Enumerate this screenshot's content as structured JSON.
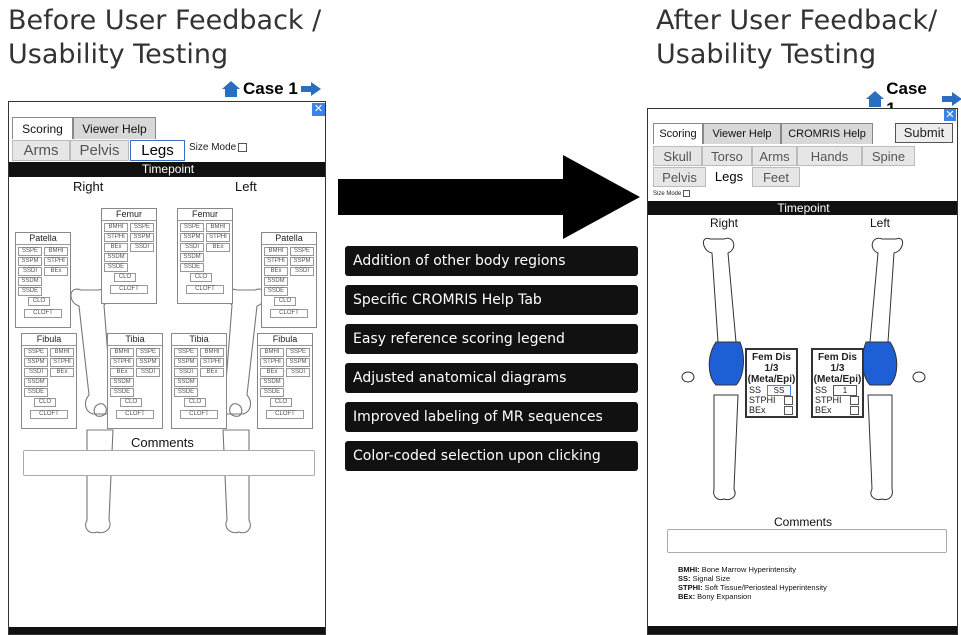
{
  "left": {
    "heading_line1": "Before User Feedback /",
    "heading_line2": "Usability Testing",
    "case_label": "Case 1",
    "close_label": "✕",
    "tabs": [
      "Scoring",
      "Viewer Help"
    ],
    "regions": [
      "Arms",
      "Pelvis",
      "Legs"
    ],
    "size_mode": "Size Mode",
    "timepoint": "Timepoint",
    "right_label": "Right",
    "left_label": "Left",
    "comments": "Comments",
    "boxes": {
      "patella_r": {
        "title": "Patella",
        "chips": [
          "SSPE",
          "BMHI",
          "SSPM",
          "STPHI",
          "SSDI",
          "BEx",
          "SSDM",
          "SSDE",
          "CLO",
          "CLOFT"
        ]
      },
      "femur_r": {
        "title": "Femur",
        "chips": [
          "BMHI",
          "SSPE",
          "STPHI",
          "SSPM",
          "BEx",
          "SSDI",
          "SSDM",
          "SSDE",
          "CLO",
          "CLOFT"
        ]
      },
      "femur_l": {
        "title": "Femur",
        "chips": [
          "SSPE",
          "BMHI",
          "SSPM",
          "STPHI",
          "SSDI",
          "BEx",
          "SSDM",
          "SSDE",
          "CLO",
          "CLOFT"
        ]
      },
      "patella_l": {
        "title": "Patella",
        "chips": [
          "BMHI",
          "SSPE",
          "STPHI",
          "SSPM",
          "BEx",
          "SSDI",
          "SSDM",
          "SSDE",
          "CLO",
          "CLOFT"
        ]
      },
      "fibula_r": {
        "title": "Fibula",
        "chips": [
          "SSPE",
          "BMHI",
          "SSPM",
          "STPHI",
          "SSDI",
          "BEx",
          "SSDM",
          "SSDE",
          "CLO",
          "CLOFT"
        ]
      },
      "tibia_r": {
        "title": "Tibia",
        "chips": [
          "BMHI",
          "SSPE",
          "STPHI",
          "SSPM",
          "BEx",
          "SSDI",
          "SSDM",
          "SSDE",
          "CLO",
          "CLOFT"
        ]
      },
      "tibia_l": {
        "title": "Tibia",
        "chips": [
          "SSPE",
          "BMHI",
          "SSPM",
          "STPHI",
          "SSDI",
          "BEx",
          "SSDM",
          "SSDE",
          "CLO",
          "CLOFT"
        ]
      },
      "fibula_l": {
        "title": "Fibula",
        "chips": [
          "BMHI",
          "SSPE",
          "STPHI",
          "SSPM",
          "BEx",
          "SSDI",
          "SSDM",
          "SSDE",
          "CLO",
          "CLOFT"
        ]
      }
    }
  },
  "middle": {
    "items": [
      "Addition of other body regions",
      "Specific CROMRIS Help Tab",
      "Easy reference scoring legend",
      "Adjusted anatomical diagrams",
      "Improved labeling of MR sequences",
      "Color-coded selection upon clicking"
    ]
  },
  "right": {
    "heading_line1": "After User Feedback/",
    "heading_line2": "Usability Testing",
    "case_label": "Case 1",
    "close_label": "✕",
    "tabs": [
      "Scoring",
      "Viewer Help",
      "CROMRIS Help"
    ],
    "submit": "Submit",
    "regions_row1": [
      "Skull",
      "Torso",
      "Arms",
      "Hands",
      "Spine"
    ],
    "regions_row2": [
      "Pelvis",
      "Legs",
      "Feet"
    ],
    "size_mode": "Size Mode",
    "timepoint": "Timepoint",
    "right_label": "Right",
    "left_label": "Left",
    "popup_r": {
      "title1": "Fem Dis",
      "title2": "1/3",
      "title3": "(Meta/Epi)",
      "ss": "SS",
      "ss_val": "SS",
      "stphi": "STPHI",
      "bex": "BEx"
    },
    "popup_l": {
      "title1": "Fem Dis",
      "title2": "1/3",
      "title3": "(Meta/Epi)",
      "ss": "SS",
      "ss_val": "1",
      "stphi": "STPHI",
      "bex": "BEx"
    },
    "comments": "Comments",
    "legend": [
      {
        "k": "BMHI:",
        "v": " Bone Marrow Hyperintensity"
      },
      {
        "k": "SS:",
        "v": " Signal Size"
      },
      {
        "k": "STPHI:",
        "v": " Soft Tissue/Periosteal Hyperintensity"
      },
      {
        "k": "BEx:",
        "v": " Bony Expansion"
      }
    ]
  },
  "colors": {
    "accent": "#2a6fbf",
    "bone_highlight": "#1f5fd6",
    "bar": "#111111"
  }
}
